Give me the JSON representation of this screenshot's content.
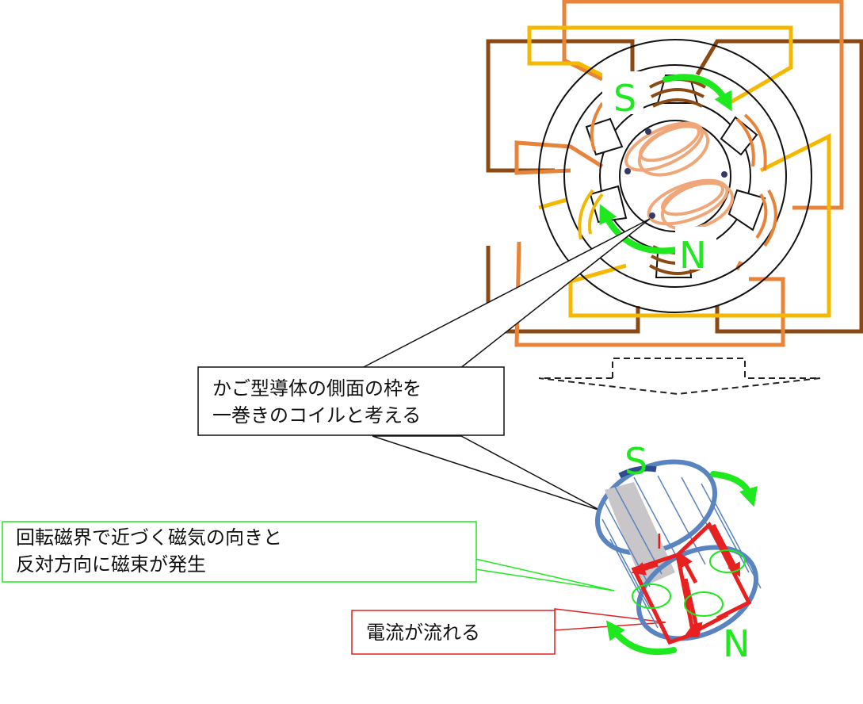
{
  "callouts": {
    "cage_conductor": [
      "かご型導体の側面の枠を",
      "一巻きのコイルと考える"
    ],
    "reverse_flux": [
      "回転磁界で近づく磁気の向きと",
      "反対方向に磁束が発生"
    ],
    "current": "電流が流れる"
  },
  "poles": {
    "top_s": "S",
    "top_n": "N",
    "bottom_s": "S",
    "bottom_n": "N"
  },
  "current_symbol": "I",
  "colors": {
    "brown": "#8B4A14",
    "orange": "#E8843A",
    "yellow": "#F5B800",
    "coil": "#EFA77A",
    "green": "#1EE81E",
    "blue": "#5A84C0",
    "red": "#E82020",
    "gray": "#C8C6C8",
    "callout_black": "#000000",
    "callout_green": "#1ee81e",
    "callout_red": "#e02020"
  }
}
